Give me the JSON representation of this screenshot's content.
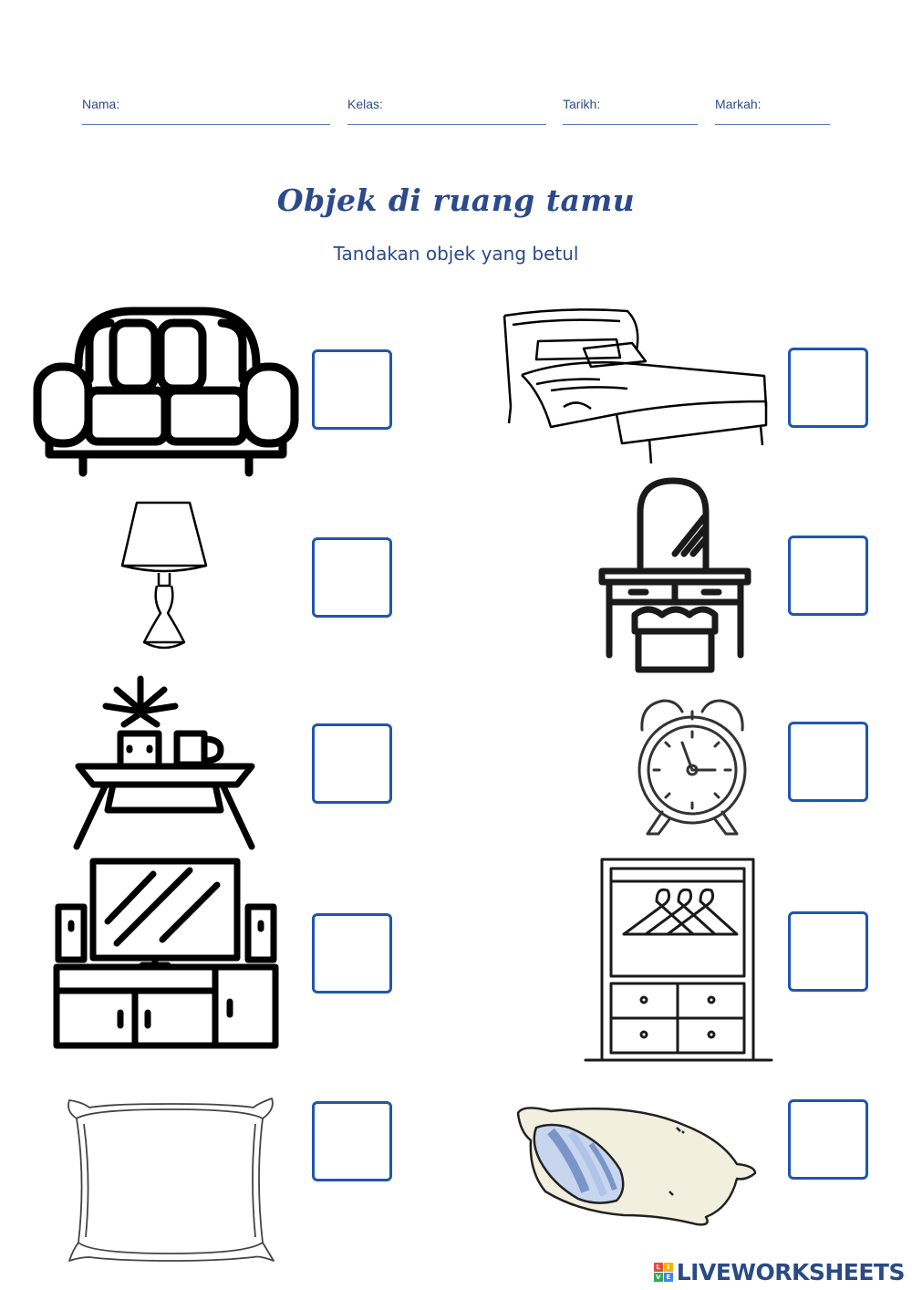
{
  "header": {
    "name_label": "Nama:",
    "class_label": "Kelas:",
    "date_label": "Tarikh:",
    "marks_label": "Markah:"
  },
  "title": "Objek di ruang tamu",
  "instruction": "Tandakan objek yang betul",
  "watermark": "LIVEWORKSHEETS",
  "colors": {
    "accent": "#1f56b0",
    "heading": "#2b4a8c",
    "line": "#5a7bb8"
  },
  "items": [
    {
      "icon": "sofa-icon"
    },
    {
      "icon": "bed-icon"
    },
    {
      "icon": "table-lamp-icon"
    },
    {
      "icon": "dressing-table-icon"
    },
    {
      "icon": "side-table-with-plant-and-mug-icon"
    },
    {
      "icon": "alarm-clock-icon"
    },
    {
      "icon": "tv-cabinet-icon"
    },
    {
      "icon": "wardrobe-icon"
    },
    {
      "icon": "cushion-icon"
    },
    {
      "icon": "pillow-icon"
    }
  ]
}
